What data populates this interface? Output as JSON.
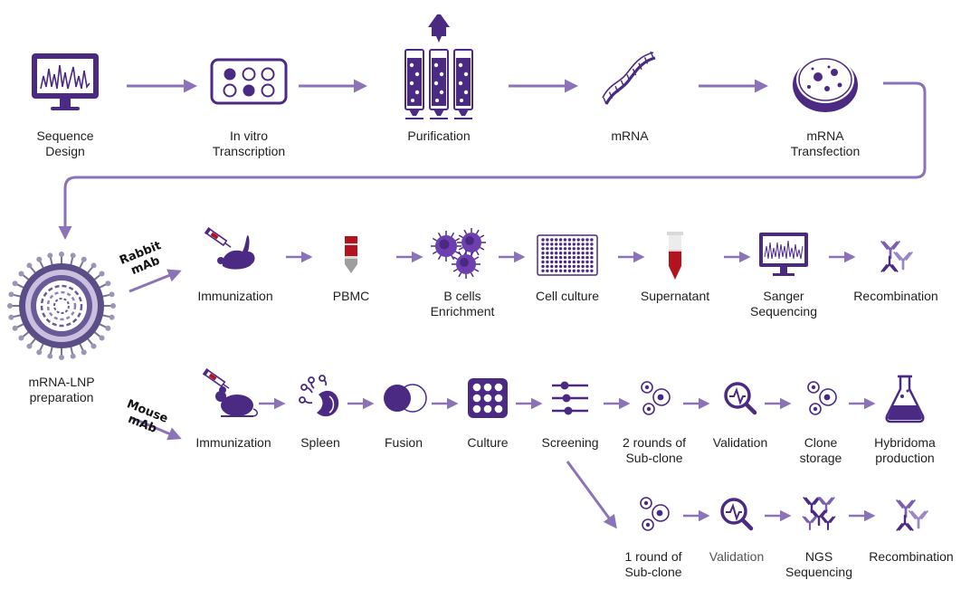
{
  "colors": {
    "primary": "#4b2a84",
    "arrow": "#8c72b8",
    "accent_red": "#b3121f",
    "light_purple": "#cbbfe0"
  },
  "top_row": [
    {
      "name": "sequence-design",
      "icon": "monitor-waveform-icon",
      "lines": [
        "Sequence",
        "Design"
      ]
    },
    {
      "name": "in-vitro-transcription",
      "icon": "well-plate-icon",
      "lines": [
        "In vitro",
        "Transcription"
      ]
    },
    {
      "name": "purification",
      "icon": "purification-columns-icon",
      "lines": [
        "Purification"
      ]
    },
    {
      "name": "mrna",
      "icon": "mrna-strand-icon",
      "lines": [
        "mRNA"
      ]
    },
    {
      "name": "mrna-transfection",
      "icon": "petri-dish-icon",
      "lines": [
        "mRNA",
        "Transfection"
      ]
    }
  ],
  "lnp": {
    "icon": "lipid-nanoparticle-icon",
    "lines": [
      "mRNA-LNP",
      "preparation"
    ]
  },
  "rabbit": {
    "tag": [
      "Rabbit",
      "mAb"
    ],
    "steps": [
      {
        "name": "immunization",
        "icon": "rabbit-syringe-icon",
        "lines": [
          "Immunization"
        ]
      },
      {
        "name": "pbmc",
        "icon": "blood-tube-icon",
        "lines": [
          "PBMC"
        ]
      },
      {
        "name": "b-cells-enrichment",
        "icon": "b-cells-icon",
        "lines": [
          "B cells",
          "Enrichment"
        ]
      },
      {
        "name": "cell-culture",
        "icon": "microplate-icon",
        "lines": [
          "Cell culture"
        ]
      },
      {
        "name": "supernatant",
        "icon": "supernatant-tube-icon",
        "lines": [
          "Supernatant"
        ]
      },
      {
        "name": "sanger-sequencing",
        "icon": "sequencer-monitor-icon",
        "lines": [
          "Sanger",
          "Sequencing"
        ]
      },
      {
        "name": "recombination",
        "icon": "antibody-icon",
        "lines": [
          "Recombination"
        ]
      }
    ]
  },
  "mouse": {
    "tag": [
      "Mouse",
      "mAb"
    ],
    "steps": [
      {
        "name": "immunization",
        "icon": "mouse-syringe-icon",
        "lines": [
          "Immunization"
        ]
      },
      {
        "name": "spleen",
        "icon": "spleen-icon",
        "lines": [
          "Spleen"
        ]
      },
      {
        "name": "fusion",
        "icon": "cell-fusion-icon",
        "lines": [
          "Fusion"
        ]
      },
      {
        "name": "culture",
        "icon": "culture-plate-icon",
        "lines": [
          "Culture"
        ]
      },
      {
        "name": "screening",
        "icon": "sliders-icon",
        "lines": [
          "Screening"
        ]
      },
      {
        "name": "two-rounds-sub-clone",
        "icon": "cells-icon",
        "lines": [
          "2 rounds of",
          "Sub-clone"
        ]
      },
      {
        "name": "validation",
        "icon": "magnifier-pulse-icon",
        "lines": [
          "Validation"
        ]
      },
      {
        "name": "clone-storage",
        "icon": "cells-icon",
        "lines": [
          "Clone",
          "storage"
        ]
      },
      {
        "name": "hybridoma-production",
        "icon": "flask-icon",
        "lines": [
          "Hybridoma",
          "production"
        ]
      }
    ]
  },
  "branch": {
    "steps": [
      {
        "name": "one-round-sub-clone",
        "icon": "cells-icon",
        "lines": [
          "1 round of",
          "Sub-clone"
        ]
      },
      {
        "name": "validation",
        "icon": "magnifier-pulse-icon",
        "lines": [
          "Validation"
        ]
      },
      {
        "name": "ngs-sequencing",
        "icon": "antibody-cluster-icon",
        "lines": [
          "NGS",
          "Sequencing"
        ]
      },
      {
        "name": "recombination",
        "icon": "antibody-icon",
        "lines": [
          "Recombination"
        ]
      }
    ]
  }
}
